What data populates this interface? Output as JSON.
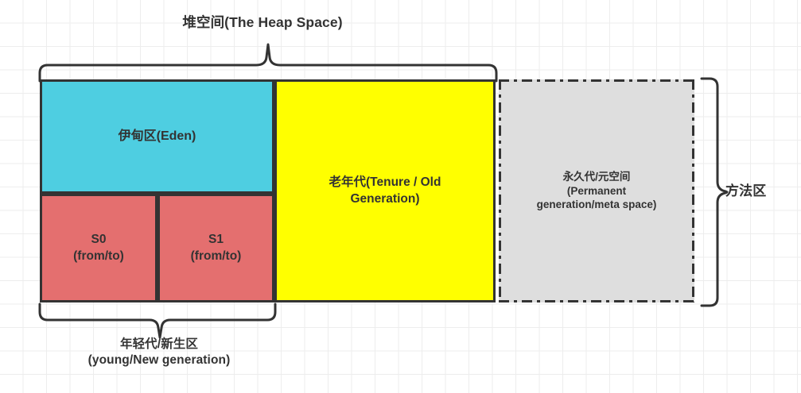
{
  "diagram": {
    "title": "堆空间(The Heap Space)",
    "regions": {
      "eden": {
        "label": "伊甸区(Eden)",
        "color": "#4ECEE1"
      },
      "s0": {
        "label": "S0\n(from/to)",
        "color": "#E46F6F"
      },
      "s1": {
        "label": "S1\n(from/to)",
        "color": "#E46F6F"
      },
      "old": {
        "label": "老年代(Tenure / Old\nGeneration)",
        "color": "#FFFF00"
      },
      "perm": {
        "label": "永久代/元空间\n(Permanent\ngeneration/meta space)",
        "color": "#DEDEDE"
      }
    },
    "braces": {
      "heap": {
        "label": "堆空间(The Heap Space)",
        "orientation": "top"
      },
      "young": {
        "label": "年轻代/新生区\n(young/New generation)",
        "orientation": "bottom"
      },
      "method": {
        "label": "方法区",
        "orientation": "right"
      }
    },
    "colors": {
      "stroke": "#333333",
      "background": "#FFFFFF",
      "grid": "#EDEDED",
      "text": "#333333"
    }
  }
}
